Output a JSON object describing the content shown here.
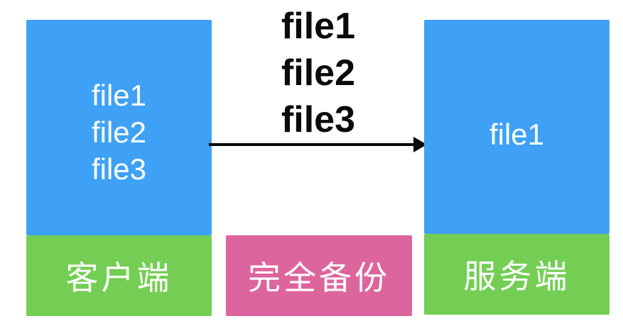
{
  "diagram": {
    "client": {
      "files": [
        "file1",
        "file2",
        "file3"
      ],
      "label": "客户端"
    },
    "transfer": {
      "files": [
        "file1",
        "file2",
        "file3"
      ],
      "label": "完全备份"
    },
    "server": {
      "files": [
        "file1"
      ],
      "label": "服务端"
    },
    "colors": {
      "box_blue": "#3FA1F5",
      "label_green": "#74CE54",
      "label_pink": "#DD659D",
      "arrow_black": "#0A0A0A",
      "text_white": "#FFFFFF",
      "background": "#FFFFFF"
    }
  }
}
